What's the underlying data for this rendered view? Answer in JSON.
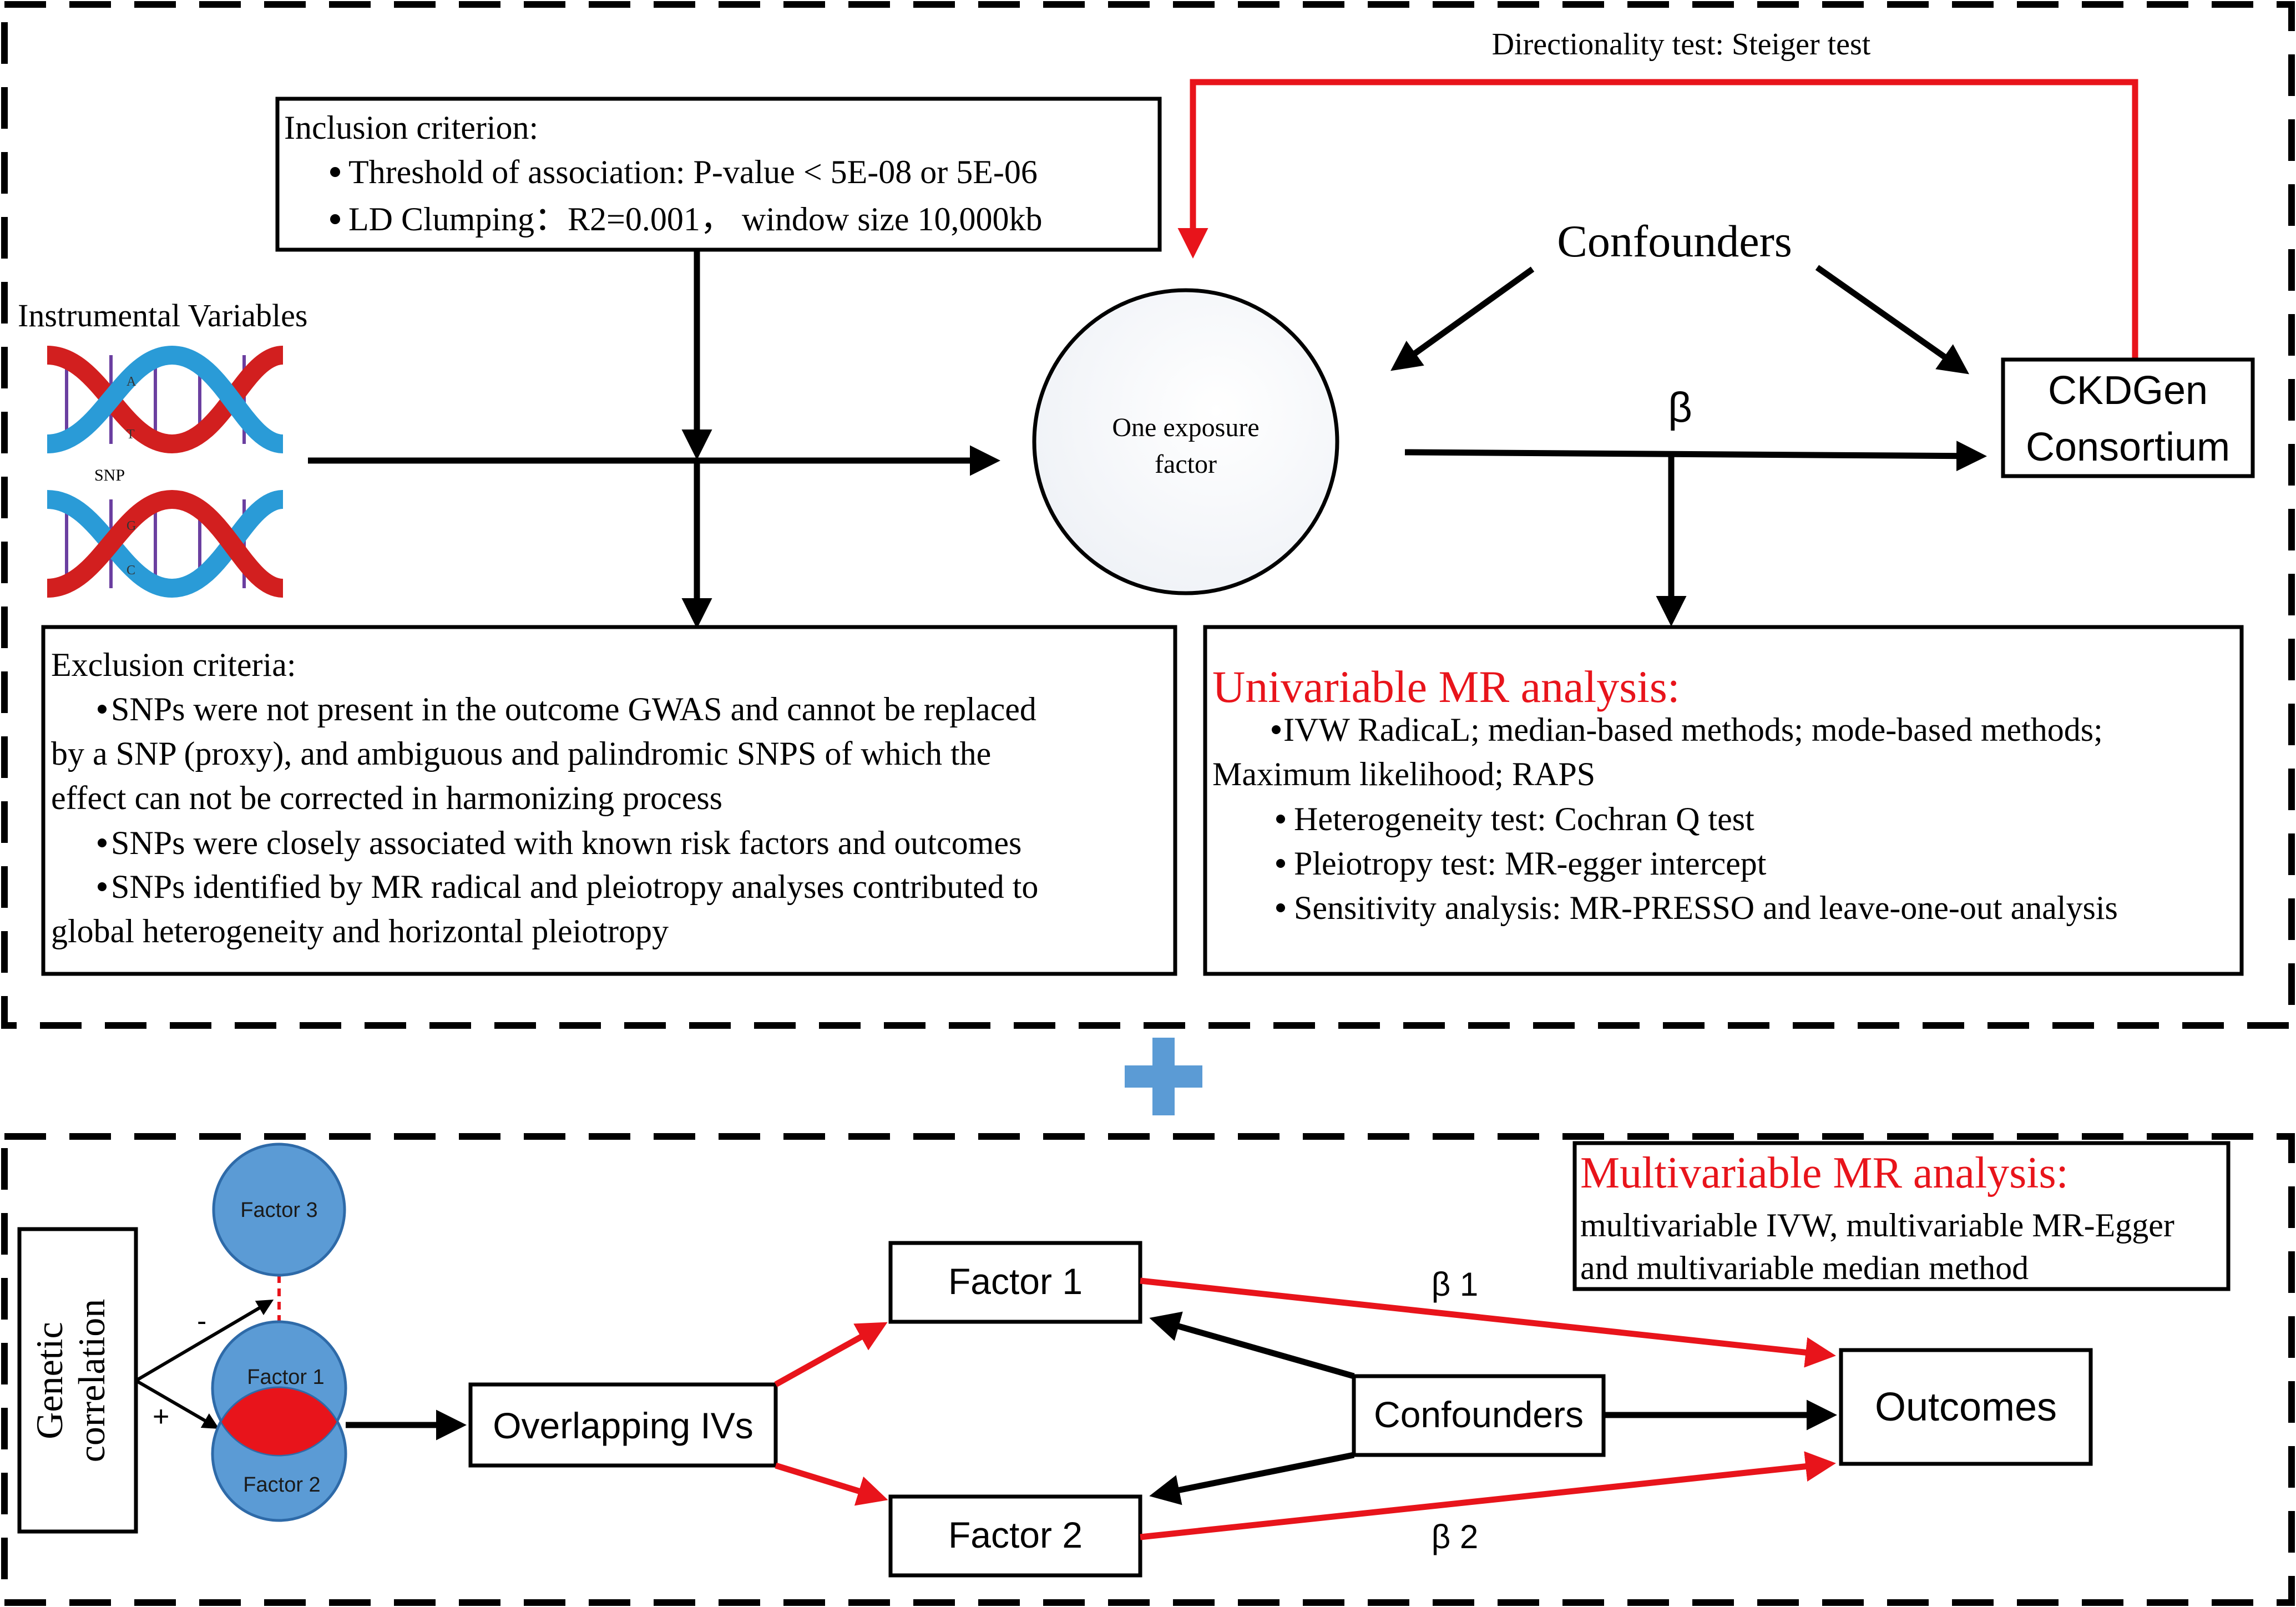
{
  "colors": {
    "accent_red": "#E8141B",
    "dna_red": "#D21F1F",
    "dna_blue": "#2A9BD7",
    "dna_rung": "#6B3FA0",
    "factor_blue": "#5B9BD5",
    "factor_stroke": "#2E6AA8",
    "plus_blue": "#5B9BD5",
    "ink": "#000000"
  },
  "top_panel": {
    "directionality_text": "Directionality test:  Steiger test",
    "inclusion": {
      "title": "Inclusion criterion:",
      "items": [
        "Threshold of association: P-value < 5E-08 or 5E-06",
        "LD Clumping：R2=0.001， window size 10,000kb"
      ]
    },
    "instrumental_label": "Instrumental Variables",
    "dna_icon_letters": [
      "A",
      "T",
      "SNP",
      "G",
      "C"
    ],
    "exposure_label_line1": "One exposure",
    "exposure_label_line2": "factor",
    "confounders_label": "Confounders",
    "beta_label": "β",
    "outcome_box_line1": "CKDGen",
    "outcome_box_line2": "Consortium",
    "exclusion": {
      "title": "Exclusion criteria:",
      "lines": [
        "SNPs were not present in the outcome GWAS and cannot be replaced",
        "by a SNP (proxy), and ambiguous and palindromic SNPS of which the",
        "effect can not be corrected in harmonizing process",
        "SNPs were closely associated with known risk factors  and  outcomes",
        "SNPs identified by MR radical and  pleiotropy analyses contributed to",
        "global heterogeneity and horizontal pleiotropy"
      ]
    },
    "univariable": {
      "title": "Univariable MR analysis:",
      "lines": [
        "IVW RadicaL; median-based methods; mode-based methods;",
        "Maximum likelihood; RAPS",
        "Heterogeneity test: Cochran Q test",
        "Pleiotropy test: MR-egger intercept",
        "Sensitivity analysis: MR-PRESSO and leave-one-out analysis"
      ]
    }
  },
  "bottom_panel": {
    "genetic_correlation_line1": "Genetic",
    "genetic_correlation_line2": "correlation",
    "minus_sign": "-",
    "plus_sign": "+",
    "factor3_label": "Factor 3",
    "factor1_circle_label": "Factor 1",
    "factor2_circle_label": "Factor 2",
    "overlapping_label": "Overlapping IVs",
    "factor1_box": "Factor 1",
    "factor2_box": "Factor 2",
    "confounders_box": "Confounders",
    "outcomes_box": "Outcomes",
    "beta1_label": "β 1",
    "beta2_label": "β 2",
    "multivariable": {
      "title": "Multivariable MR analysis:",
      "line1": "multivariable IVW, multivariable MR-Egger",
      "line2": "and multivariable median method"
    }
  }
}
